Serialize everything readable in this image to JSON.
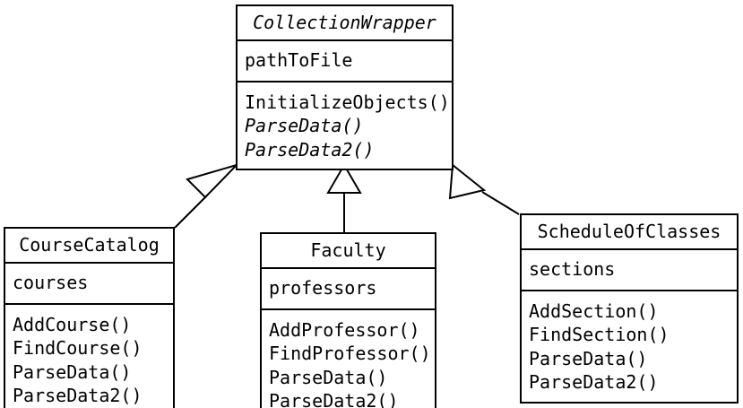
{
  "diagram": {
    "type": "uml-class-diagram",
    "background_color": "#ffffff",
    "line_color": "#000000",
    "classes": [
      {
        "id": "collection-wrapper",
        "name": "CollectionWrapper",
        "abstract": true,
        "attributes": [
          "pathToFile"
        ],
        "methods": [
          {
            "name": "InitializeObjects()",
            "abstract": false
          },
          {
            "name": "ParseData()",
            "abstract": true
          },
          {
            "name": "ParseData2()",
            "abstract": true
          }
        ]
      },
      {
        "id": "course-catalog",
        "name": "CourseCatalog",
        "abstract": false,
        "attributes": [
          "courses"
        ],
        "methods": [
          {
            "name": "AddCourse()",
            "abstract": false
          },
          {
            "name": "FindCourse()",
            "abstract": false
          },
          {
            "name": "ParseData()",
            "abstract": false
          },
          {
            "name": "ParseData2()",
            "abstract": false
          }
        ]
      },
      {
        "id": "faculty",
        "name": "Faculty",
        "abstract": false,
        "attributes": [
          "professors"
        ],
        "methods": [
          {
            "name": "AddProfessor()",
            "abstract": false
          },
          {
            "name": "FindProfessor()",
            "abstract": false
          },
          {
            "name": "ParseData()",
            "abstract": false
          },
          {
            "name": "ParseData2()",
            "abstract": false
          }
        ]
      },
      {
        "id": "schedule-of-classes",
        "name": "ScheduleOfClasses",
        "abstract": false,
        "attributes": [
          "sections"
        ],
        "methods": [
          {
            "name": "AddSection()",
            "abstract": false
          },
          {
            "name": "FindSection()",
            "abstract": false
          },
          {
            "name": "ParseData()",
            "abstract": false
          },
          {
            "name": "ParseData2()",
            "abstract": false
          }
        ]
      }
    ],
    "relationships": [
      {
        "type": "generalization",
        "from": "course-catalog",
        "to": "collection-wrapper"
      },
      {
        "type": "generalization",
        "from": "faculty",
        "to": "collection-wrapper"
      },
      {
        "type": "generalization",
        "from": "schedule-of-classes",
        "to": "collection-wrapper"
      }
    ]
  }
}
